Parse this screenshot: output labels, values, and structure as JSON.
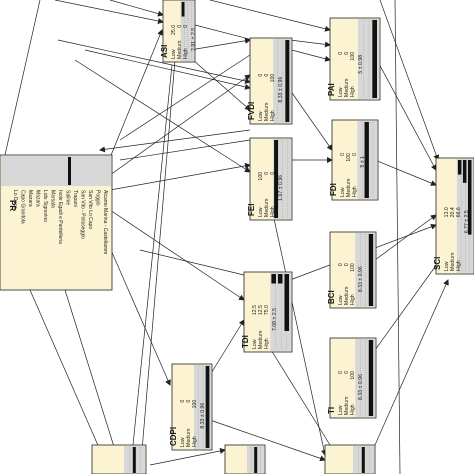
{
  "network": {
    "pr": {
      "title": "PR",
      "states": [
        "Alcamo Marina - Castellamm",
        "Poggio",
        "San Vito Lo Capo",
        "San Vito - Polisseggio",
        "Trapani",
        "Salinie",
        "Isole Egadi e Pantelleria",
        "Marsala",
        "Lido Signorino",
        "Mazara",
        "Mazara",
        "Capo Granitola",
        "Lo Duca"
      ]
    },
    "asi": {
      "title": "ASI",
      "rows": [
        {
          "label": "Low",
          "value": "25.0"
        },
        {
          "label": "Medium",
          "value": "0"
        },
        {
          "label": "High",
          "value": "0"
        }
      ],
      "summary": "2.91 ± 2.5"
    },
    "pai": {
      "title": "PAI",
      "rows": [
        {
          "label": "Low",
          "value": "0"
        },
        {
          "label": "Medium",
          "value": "0"
        },
        {
          "label": "High",
          "value": "100"
        }
      ],
      "summary": "5 ± 0.98"
    },
    "fvdi": {
      "title": "FVDI",
      "rows": [
        {
          "label": "Low",
          "value": "0"
        },
        {
          "label": "Medium",
          "value": "0"
        },
        {
          "label": "High",
          "value": "100"
        }
      ],
      "summary": "8.33 ± 0.96"
    },
    "fei": {
      "title": "FEI",
      "rows": [
        {
          "label": "Low",
          "value": "100"
        },
        {
          "label": "Medium",
          "value": "0"
        },
        {
          "label": "High",
          "value": "0"
        }
      ],
      "summary": "1.67 ± 0.96"
    },
    "fdi": {
      "title": "FDI",
      "rows": [
        {
          "label": "Low",
          "value": "0"
        },
        {
          "label": "Medium",
          "value": "100"
        },
        {
          "label": "High",
          "value": "0"
        }
      ],
      "summary": "5 ± 1"
    },
    "sci": {
      "title": "SCI",
      "rows": [
        {
          "label": "Low",
          "value": "13.0"
        },
        {
          "label": "Medium",
          "value": "20.4"
        },
        {
          "label": "High",
          "value": "66.6"
        }
      ],
      "summary": "6.77 ± 2.5"
    },
    "bci": {
      "title": "BCI",
      "rows": [
        {
          "label": "Low",
          "value": "0"
        },
        {
          "label": "Medium",
          "value": "0"
        },
        {
          "label": "High",
          "value": "100"
        }
      ],
      "summary": "8.33 ± 0.96"
    },
    "tdi": {
      "title": "TDI",
      "rows": [
        {
          "label": "Low",
          "value": "12.5"
        },
        {
          "label": "Medium",
          "value": "12.5"
        },
        {
          "label": "High",
          "value": "75.0"
        }
      ],
      "summary": "7.08 ± 2.5"
    },
    "ti": {
      "title": "TI",
      "rows": [
        {
          "label": "Low",
          "value": "0"
        },
        {
          "label": "Medium",
          "value": "0"
        },
        {
          "label": "High",
          "value": "100"
        }
      ],
      "summary": "8.33 ± 0.96"
    },
    "cdpi": {
      "title": "CDPI",
      "rows": [
        {
          "label": "Low",
          "value": "0"
        },
        {
          "label": "Medium",
          "value": "0"
        },
        {
          "label": "High",
          "value": "100"
        }
      ],
      "summary": "8.33 ± 0.96"
    }
  },
  "colors": {
    "node_fill": "#fbf3d2",
    "bar_area": "#d7d7d7",
    "bar": "#111111",
    "edge": "#222222"
  }
}
